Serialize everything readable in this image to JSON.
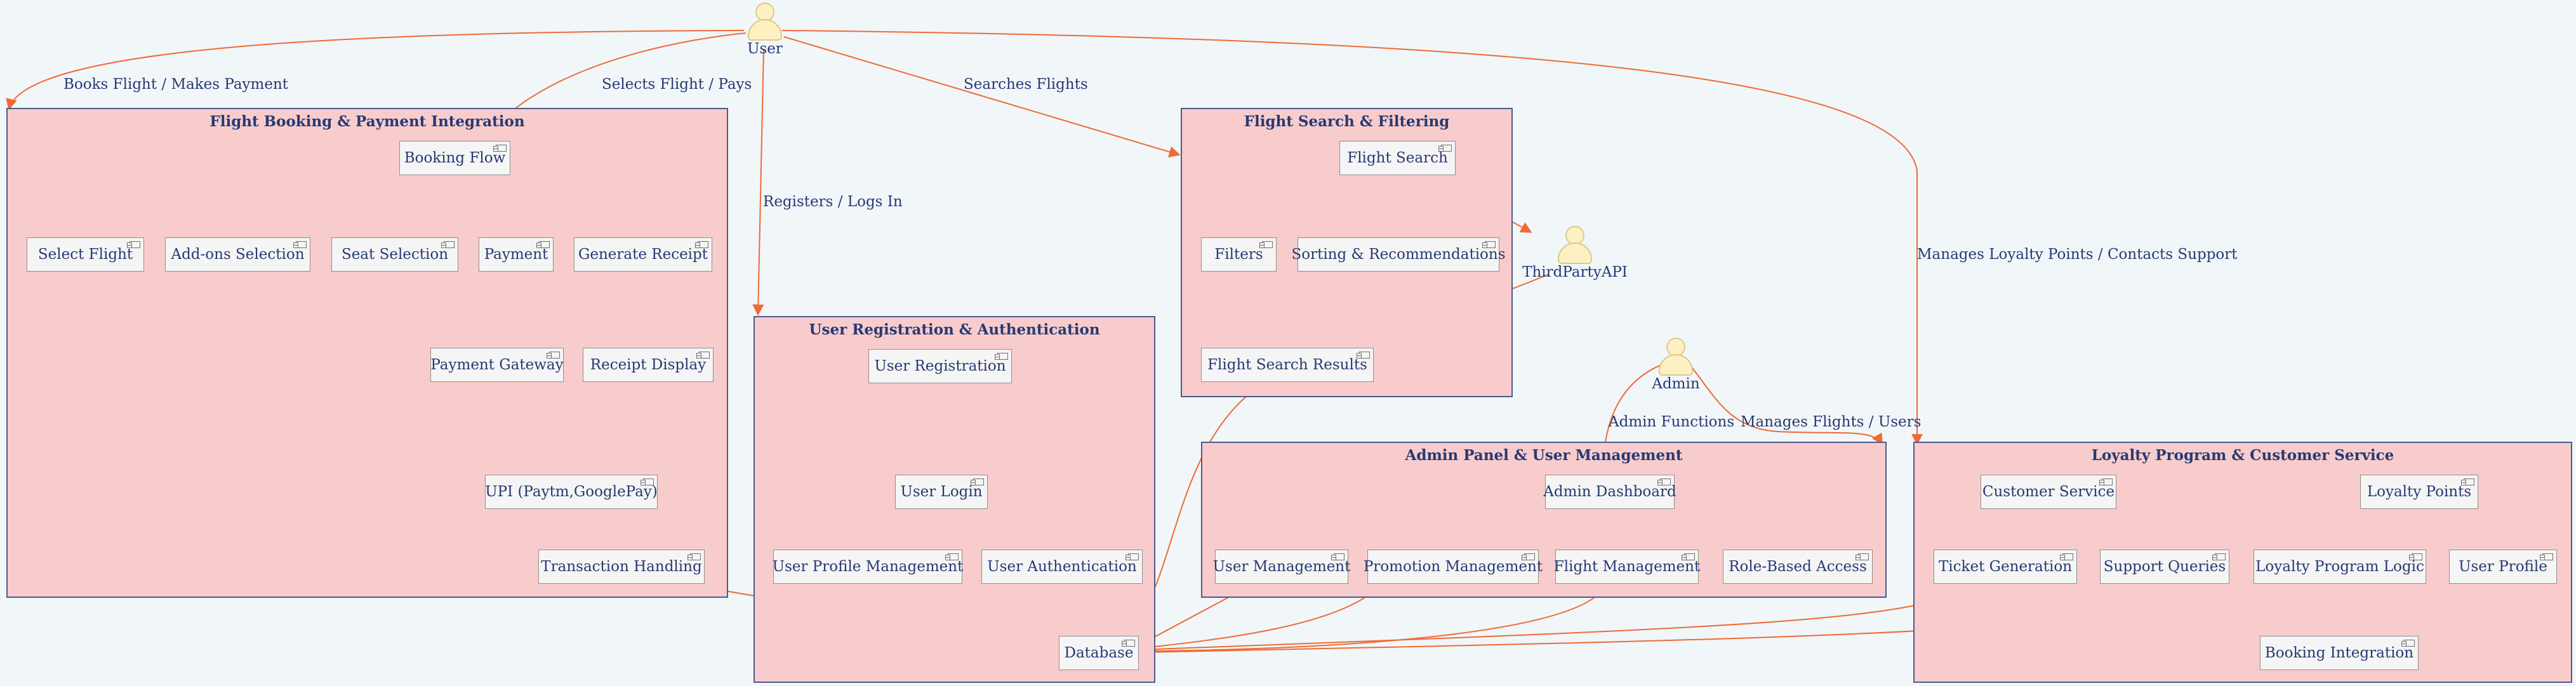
{
  "actors": {
    "user": "User",
    "third_party": "ThirdPartyAPI",
    "admin": "Admin"
  },
  "packages": {
    "booking": "Flight Booking & Payment Integration",
    "registration": "User Registration & Authentication",
    "search": "Flight Search & Filtering",
    "admin": "Admin Panel & User Management",
    "loyalty": "Loyalty Program & Customer Service"
  },
  "components": {
    "booking_flow": "Booking Flow",
    "select_flight": "Select Flight",
    "addons": "Add-ons Selection",
    "seat": "Seat Selection",
    "payment": "Payment",
    "generate_receipt": "Generate Receipt",
    "payment_gateway": "Payment Gateway",
    "receipt_display": "Receipt Display",
    "upi": "UPI (Paytm,GooglePay)",
    "transaction": "Transaction Handling",
    "user_registration": "User Registration",
    "user_login": "User Login",
    "profile_mgmt": "User Profile Management",
    "user_auth": "User Authentication",
    "database": "Database",
    "flight_search": "Flight Search",
    "filters": "Filters",
    "sorting": "Sorting & Recommendations",
    "search_results": "Flight Search Results",
    "admin_dashboard": "Admin Dashboard",
    "user_management": "User Management",
    "promotion": "Promotion Management",
    "flight_management": "Flight Management",
    "role_access": "Role-Based Access",
    "customer_service": "Customer Service",
    "loyalty_points": "Loyalty Points",
    "ticket_generation": "Ticket Generation",
    "support_queries": "Support Queries",
    "loyalty_logic": "Loyalty Program Logic",
    "user_profile": "User Profile",
    "booking_integration": "Booking Integration"
  },
  "edge_labels": {
    "books": "Books Flight / Makes Payment",
    "selects": "Selects Flight / Pays",
    "searches": "Searches Flights",
    "registers": "Registers / Logs In",
    "loyalty": "Manages Loyalty Points / Contacts Support",
    "admin_functions": "Admin Functions",
    "manages": "Manages Flights / Users"
  },
  "colors": {
    "edge": "#f06a35",
    "package_fill": "#f8cccc",
    "package_border": "#4b5a8c",
    "text": "#273a73",
    "background": "#f1f6f9"
  }
}
